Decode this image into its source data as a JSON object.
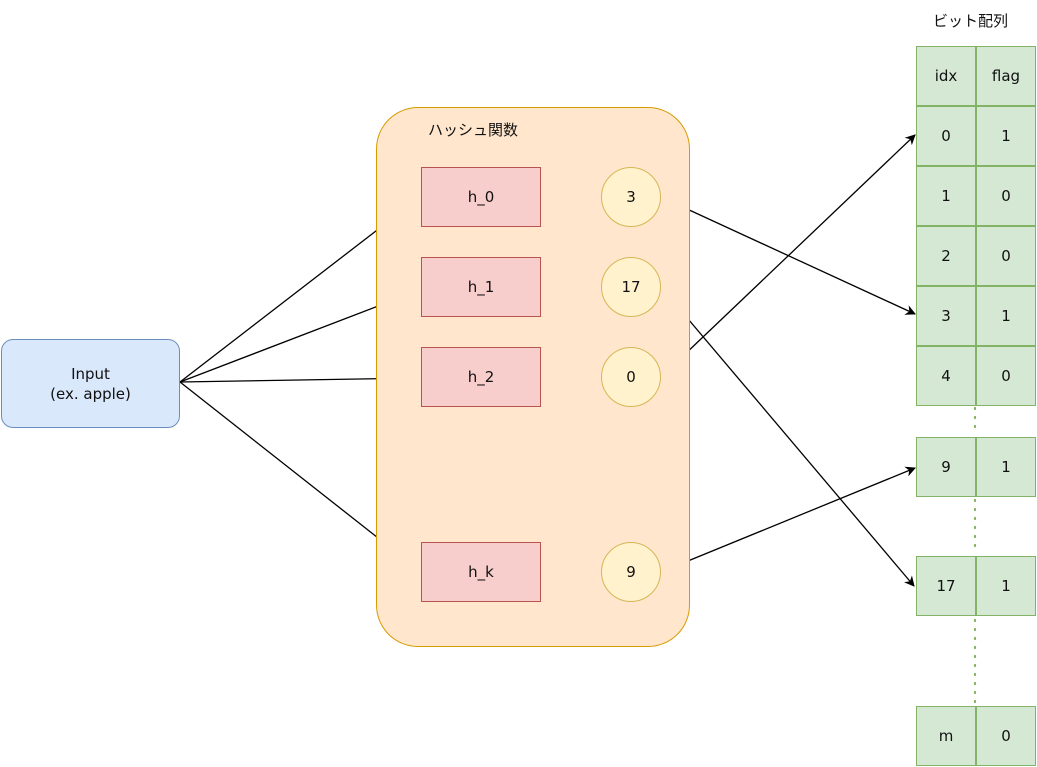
{
  "input": {
    "line1": "Input",
    "line2": "(ex. apple)"
  },
  "hash_group": {
    "title": "ハッシュ関数",
    "functions": [
      {
        "name": "h_0",
        "output": "3"
      },
      {
        "name": "h_1",
        "output": "17"
      },
      {
        "name": "h_2",
        "output": "0"
      },
      {
        "name": "h_k",
        "output": "9"
      }
    ]
  },
  "bit_array": {
    "title": "ビット配列",
    "headers": {
      "idx": "idx",
      "flag": "flag"
    },
    "rows": [
      {
        "idx": "0",
        "flag": "1"
      },
      {
        "idx": "1",
        "flag": "0"
      },
      {
        "idx": "2",
        "flag": "0"
      },
      {
        "idx": "3",
        "flag": "1"
      },
      {
        "idx": "4",
        "flag": "0"
      },
      {
        "idx": "9",
        "flag": "1"
      },
      {
        "idx": "17",
        "flag": "1"
      },
      {
        "idx": "m",
        "flag": "0"
      }
    ]
  },
  "colors": {
    "input_fill": "#dae8fc",
    "input_stroke": "#6c8ebf",
    "container_fill": "#ffe6cc",
    "container_stroke": "#d79b00",
    "function_fill": "#f8cecc",
    "function_stroke": "#b85450",
    "output_fill": "#fff2cc",
    "output_stroke": "#d6b656",
    "cell_fill": "#d5e8d4",
    "cell_stroke": "#82b366",
    "edge": "#000000"
  }
}
